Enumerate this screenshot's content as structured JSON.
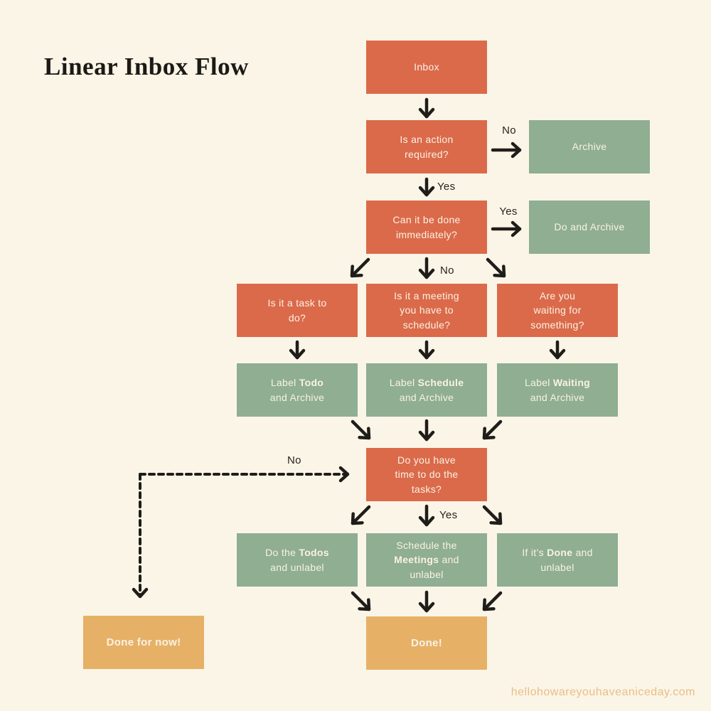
{
  "page": {
    "title": "Linear Inbox Flow",
    "footer_url": "hellohowareyouhaveaniceday.com"
  },
  "colors": {
    "background": "#FBF5E7",
    "question_box": "#DB6A4A",
    "action_box": "#8FAE92",
    "terminal_box": "#E6B166",
    "box_text": "#FAF2E5",
    "arrow": "#1F1D19",
    "footer_text": "#E9BE86"
  },
  "nodes": {
    "inbox": {
      "label": "Inbox",
      "type": "question"
    },
    "action_required": {
      "label": "Is an action\nrequired?",
      "type": "question"
    },
    "archive": {
      "label": "Archive",
      "type": "action"
    },
    "done_immediately": {
      "label": "Can it be done\nimmediately?",
      "type": "question"
    },
    "do_and_archive": {
      "label": "Do and Archive",
      "type": "action"
    },
    "task_to_do": {
      "label": "Is it a task to\ndo?",
      "type": "question"
    },
    "meeting_to_schedule": {
      "label": "Is it a meeting\nyou have to\nschedule?",
      "type": "question"
    },
    "waiting_for_something": {
      "label": "Are you\nwaiting for\nsomething?",
      "type": "question"
    },
    "label_todo": {
      "label": "Label **Todo**\nand Archive",
      "type": "action"
    },
    "label_schedule": {
      "label": "Label **Schedule**\nand Archive",
      "type": "action"
    },
    "label_waiting": {
      "label": "Label **Waiting**\nand Archive",
      "type": "action"
    },
    "time_for_tasks": {
      "label": "Do you have\ntime to do the\ntasks?",
      "type": "question"
    },
    "do_todos": {
      "label": "Do the **Todos**\nand unlabel",
      "type": "action"
    },
    "schedule_meetings": {
      "label": "Schedule the\n**Meetings** and\nunlabel",
      "type": "action"
    },
    "if_done": {
      "label": "If it’s **Done** and\nunlabel",
      "type": "action"
    },
    "done_for_now": {
      "label": "**Done for now!**",
      "type": "terminal"
    },
    "done": {
      "label": "**Done!**",
      "type": "terminal"
    }
  },
  "edge_labels": {
    "no_to_archive": "No",
    "yes_to_immediate": "Yes",
    "yes_to_do_archive": "Yes",
    "no_to_meeting": "No",
    "no_to_done_for_now": "No",
    "yes_to_schedule": "Yes"
  }
}
